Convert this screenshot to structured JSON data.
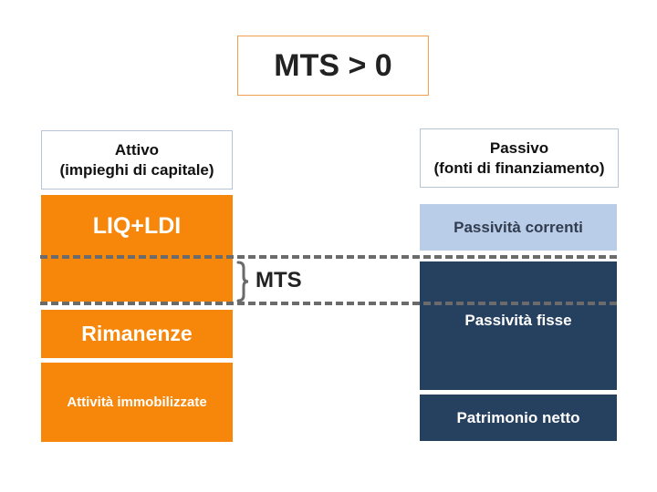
{
  "title": "MTS > 0",
  "attivo": {
    "header_line1": "Attivo",
    "header_line2": "(impieghi di capitale)",
    "blocks": [
      "LIQ+LDI",
      "Rimanenze",
      "Attività immobilizzate"
    ]
  },
  "passivo": {
    "header_line1": "Passivo",
    "header_line2": "(fonti di finanziamento)",
    "blocks": [
      "Passività correnti",
      "Passività fisse",
      "Patrimonio netto"
    ]
  },
  "mts_label": "MTS",
  "colors": {
    "orange": "#f7870b",
    "light_blue": "#b9cde8",
    "navy": "#26405f",
    "dashed_line": "#6b6b6b"
  }
}
